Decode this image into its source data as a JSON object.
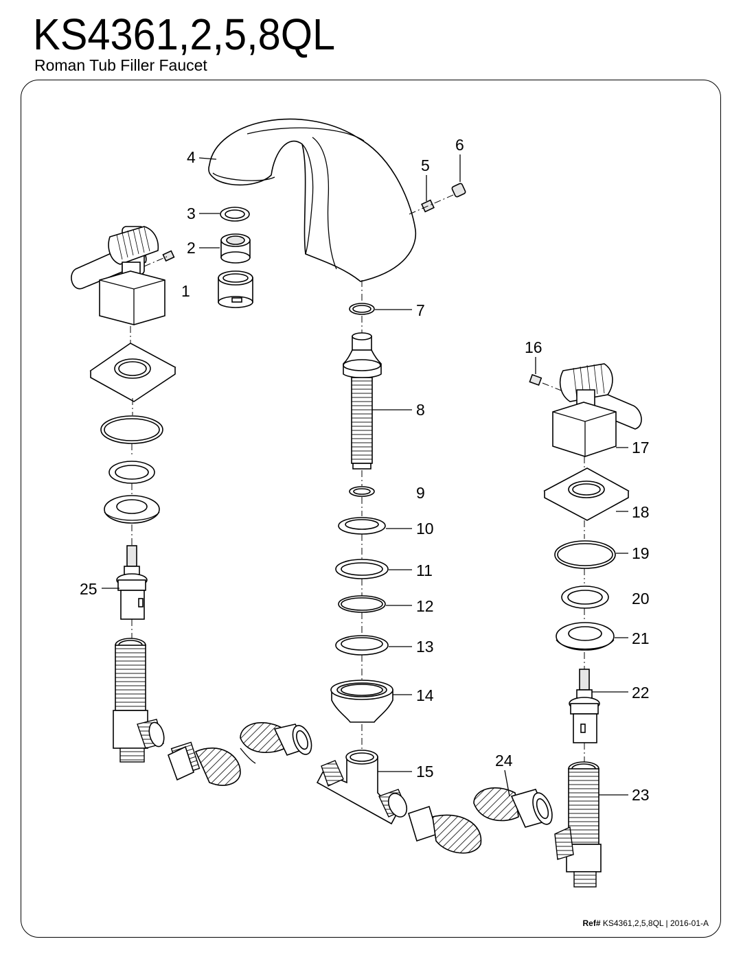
{
  "header": {
    "model": "KS4361,2,5,8QL",
    "product_name": "Roman Tub Filler Faucet"
  },
  "footer": {
    "ref_label": "Ref#",
    "ref_value": "KS4361,2,5,8QL | 2016-01-A"
  },
  "parts": {
    "p1": "1",
    "p2": "2",
    "p3": "3",
    "p4": "4",
    "p5": "5",
    "p6": "6",
    "p7": "7",
    "p8": "8",
    "p9": "9",
    "p10": "10",
    "p11": "11",
    "p12": "12",
    "p13": "13",
    "p14": "14",
    "p15": "15",
    "p16": "16",
    "p17": "17",
    "p18": "18",
    "p19": "19",
    "p20": "20",
    "p21": "21",
    "p22": "22",
    "p23": "23",
    "p24": "24",
    "p25": "25"
  }
}
